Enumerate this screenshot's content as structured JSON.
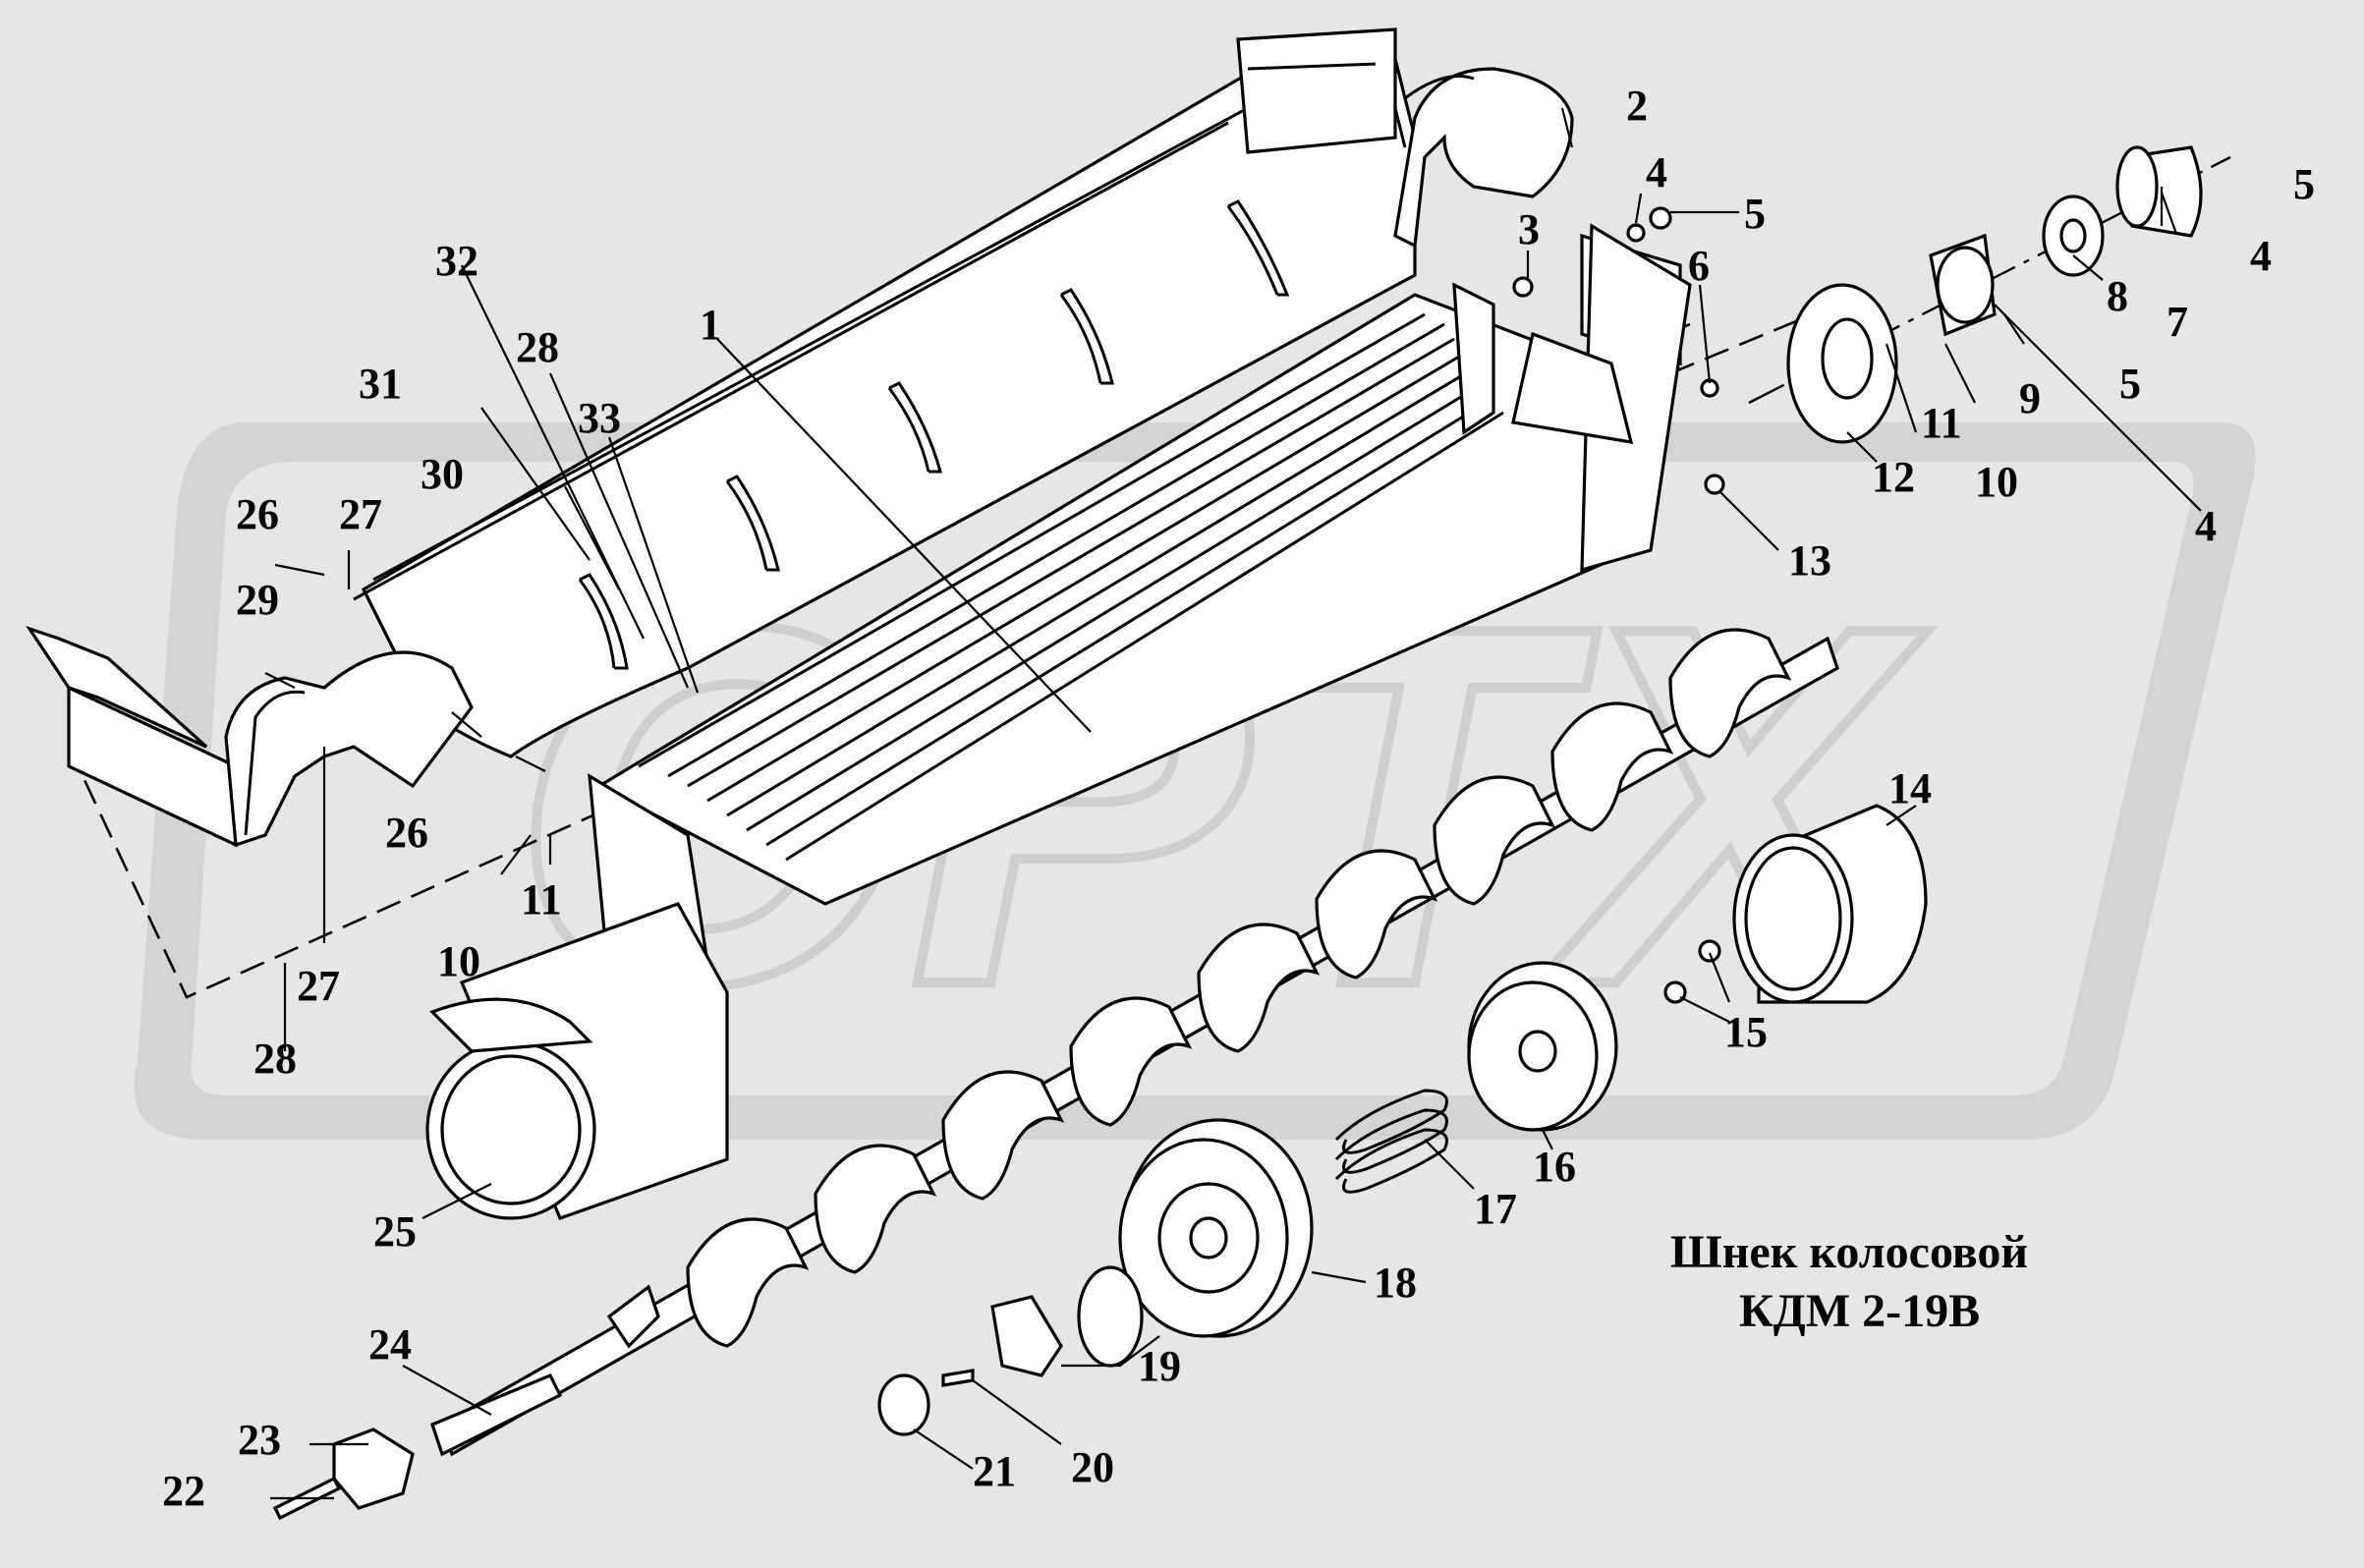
{
  "watermark": {
    "text": "OPTX"
  },
  "title": {
    "line1": "Шнек колосовой",
    "line2": "КДМ 2-19В"
  },
  "callouts": [
    {
      "id": "c1",
      "text": "1"
    },
    {
      "id": "c2",
      "text": "2"
    },
    {
      "id": "c3",
      "text": "3"
    },
    {
      "id": "c4a",
      "text": "4"
    },
    {
      "id": "c4b",
      "text": "4"
    },
    {
      "id": "c4c",
      "text": "4"
    },
    {
      "id": "c5a",
      "text": "5"
    },
    {
      "id": "c5b",
      "text": "5"
    },
    {
      "id": "c5c",
      "text": "5"
    },
    {
      "id": "c6",
      "text": "6"
    },
    {
      "id": "c7",
      "text": "7"
    },
    {
      "id": "c8",
      "text": "8"
    },
    {
      "id": "c9",
      "text": "9"
    },
    {
      "id": "c10a",
      "text": "10"
    },
    {
      "id": "c10b",
      "text": "10"
    },
    {
      "id": "c11a",
      "text": "11"
    },
    {
      "id": "c11b",
      "text": "11"
    },
    {
      "id": "c12",
      "text": "12"
    },
    {
      "id": "c13",
      "text": "13"
    },
    {
      "id": "c14",
      "text": "14"
    },
    {
      "id": "c15",
      "text": "15"
    },
    {
      "id": "c16",
      "text": "16"
    },
    {
      "id": "c17",
      "text": "17"
    },
    {
      "id": "c18",
      "text": "18"
    },
    {
      "id": "c19",
      "text": "19"
    },
    {
      "id": "c20",
      "text": "20"
    },
    {
      "id": "c21",
      "text": "21"
    },
    {
      "id": "c22",
      "text": "22"
    },
    {
      "id": "c23",
      "text": "23"
    },
    {
      "id": "c24",
      "text": "24"
    },
    {
      "id": "c25",
      "text": "25"
    },
    {
      "id": "c26a",
      "text": "26"
    },
    {
      "id": "c26b",
      "text": "26"
    },
    {
      "id": "c27a",
      "text": "27"
    },
    {
      "id": "c27b",
      "text": "27"
    },
    {
      "id": "c28a",
      "text": "28"
    },
    {
      "id": "c28b",
      "text": "28"
    },
    {
      "id": "c29",
      "text": "29"
    },
    {
      "id": "c30",
      "text": "30"
    },
    {
      "id": "c31",
      "text": "31"
    },
    {
      "id": "c32",
      "text": "32"
    },
    {
      "id": "c33",
      "text": "33"
    }
  ]
}
